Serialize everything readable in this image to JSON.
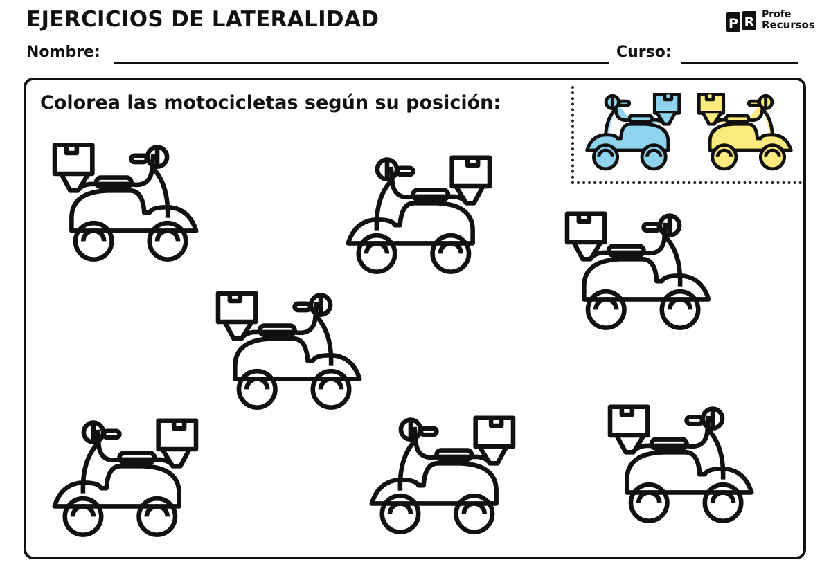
{
  "header": {
    "title": "EJERCICIOS DE LATERALIDAD",
    "logo_line1": "Profe",
    "logo_line2": "Recursos",
    "logo_mark_letters": "PR"
  },
  "form": {
    "name_label": "Nombre:",
    "course_label": "Curso:"
  },
  "instruction": "Colorea las motocicletas según su posición:",
  "legend": [
    {
      "facing": "left",
      "color": "#8fd3ee",
      "meaning": "left-facing scooter colored blue"
    },
    {
      "facing": "right",
      "color": "#fbeb7f",
      "meaning": "right-facing scooter colored yellow"
    }
  ],
  "scooters": [
    {
      "facing": "right"
    },
    {
      "facing": "left"
    },
    {
      "facing": "right"
    },
    {
      "facing": "right"
    },
    {
      "facing": "left"
    },
    {
      "facing": "left"
    },
    {
      "facing": "right"
    }
  ],
  "colors": {
    "ink": "#111111",
    "paper": "#ffffff"
  }
}
